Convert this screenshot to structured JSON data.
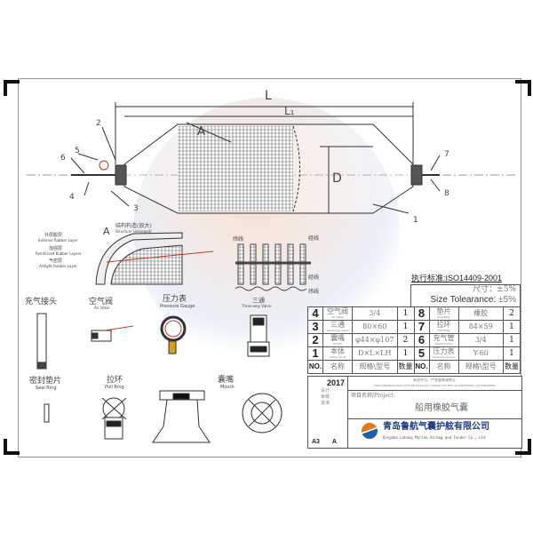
{
  "drawing": {
    "labels": {
      "L": "L",
      "L1": "L₁",
      "D": "D",
      "A": "A"
    },
    "callouts": [
      "1",
      "2",
      "3",
      "4",
      "5",
      "6",
      "7",
      "8"
    ],
    "section_title": "A",
    "section_caption_cn": "结构构造(放大)",
    "section_caption_en": "Structure (enlarged)",
    "layers": [
      {
        "cn": "外层胶层",
        "en": "External Rubber Layer"
      },
      {
        "cn": "加强层",
        "en": "Reinforced Rubber Layers"
      },
      {
        "cn": "气密层",
        "en": "Airtight Rubber Layer"
      }
    ],
    "weave_labels": {
      "weft_top": "纬线",
      "warp_top": "经线",
      "warp_bottom": "经线",
      "weft_bottom": "纬线"
    },
    "parts": [
      {
        "cn": "充气接头",
        "en": ""
      },
      {
        "cn": "空气阀",
        "en": "Air Valve"
      },
      {
        "cn": "压力表",
        "en": "Pressure Gauge"
      },
      {
        "cn": "三通",
        "en": "Three-way Valve"
      },
      {
        "cn": "密封垫片",
        "en": "Seal Ring"
      },
      {
        "cn": "拉环",
        "en": "Pull Ring"
      },
      {
        "cn": "囊嘴",
        "en": "Mouth"
      }
    ]
  },
  "standard": "执行标准:ISO14409-2001",
  "tolerance": {
    "cn": "尺寸：±5%",
    "en": "Size Tolearance:",
    "value": "±5%"
  },
  "bom": {
    "rows": [
      {
        "no_l": "4",
        "name_l": "空气阀",
        "en_l": "Air Valve",
        "spec_l": "3/4",
        "qty_l": "1",
        "no_r": "8",
        "name_r": "垫片",
        "en_r": "Seal Ring",
        "spec_r": "橡胶",
        "qty_r": "2"
      },
      {
        "no_l": "3",
        "name_l": "三通",
        "en_l": "Three-way Valve",
        "spec_l": "80×60",
        "qty_l": "1",
        "no_r": "7",
        "name_r": "拉环",
        "en_r": "Pull Ring",
        "spec_r": "84×59",
        "qty_r": "1"
      },
      {
        "no_l": "2",
        "name_l": "囊嘴",
        "en_l": "Mouth",
        "spec_l": "φ44×φ107",
        "qty_l": "2",
        "no_r": "6",
        "name_r": "充气管",
        "en_r": "Inflation Pipe",
        "spec_r": "3/4",
        "qty_r": "1"
      },
      {
        "no_l": "1",
        "name_l": "本体",
        "en_l": "Airbag Body",
        "spec_l": "D×L×LH",
        "qty_l": "1",
        "no_r": "5",
        "name_r": "压力表",
        "en_r": "Pressure Gauge",
        "spec_r": "Y-60",
        "qty_r": "1"
      }
    ],
    "header": {
      "no": "NO.",
      "name": "名称",
      "spec": "规格\\型号",
      "qty": "数量"
    }
  },
  "title_block": {
    "year": "2017",
    "notice_cn": "未经许可，严禁复制或转让",
    "notice_en": "THIS DRAWING MAY NOT BE USED OR COPIED EXCEPT AS EXPRESSLY AUTHORIZED",
    "project_label": "项目名称/Project:",
    "project_name": "船用橡胶气囊",
    "company_cn": "青岛鲁航气囊护舷有限公司",
    "company_en": "Qingdao Luhang Marine Airbag and Fender Co., Ltd",
    "size": "A3",
    "rev": "A",
    "signoffs": [
      "设计",
      "审核",
      "批准"
    ]
  },
  "colors": {
    "accent_red": "#c0392b",
    "logo_orange": "#e07a1f",
    "logo_blue": "#1f5fa8",
    "watermark": "#f3c9a8"
  }
}
